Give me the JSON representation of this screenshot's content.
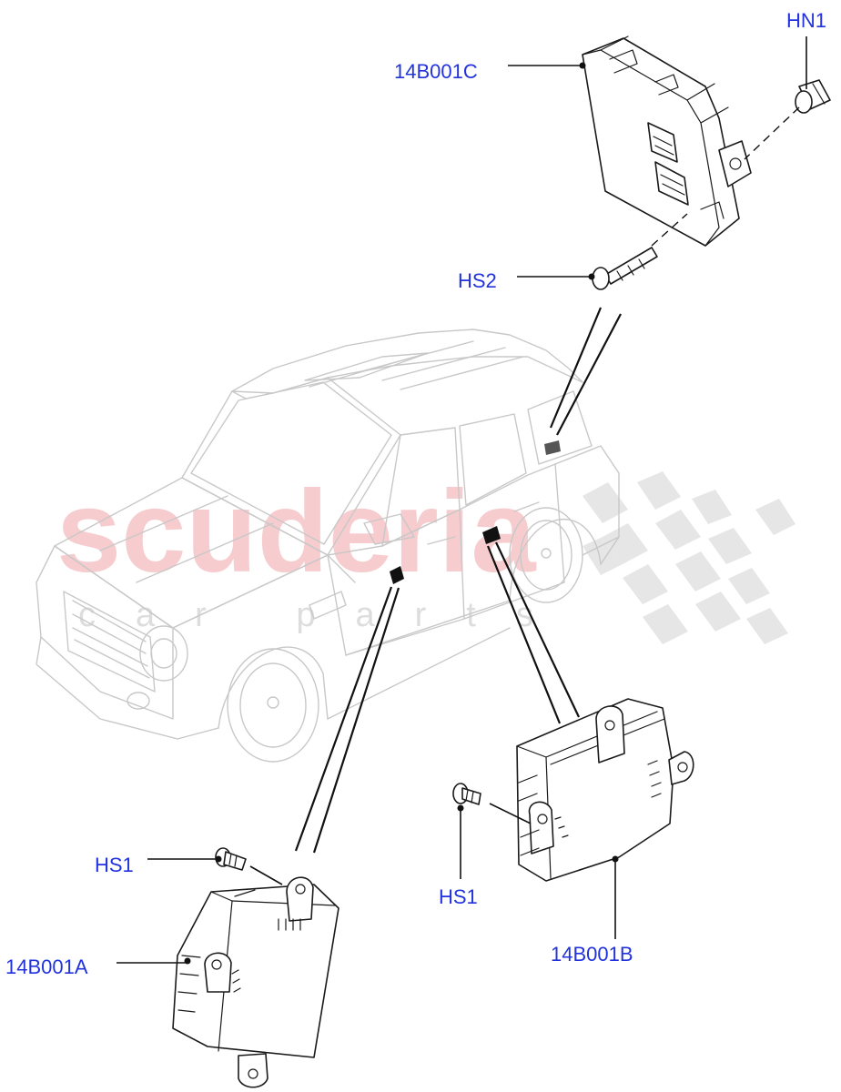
{
  "watermark": {
    "brand": "scuderia",
    "tagline": "car parts"
  },
  "callouts": {
    "c14b001c": "14B001C",
    "hn1": "HN1",
    "hs2": "HS2",
    "hs1_left": "HS1",
    "hs1_right": "HS1",
    "c14b001a": "14B001A",
    "c14b001b": "14B001B"
  },
  "colors": {
    "callout_text": "#2233dd",
    "watermark_text": "#f5c4c6"
  }
}
